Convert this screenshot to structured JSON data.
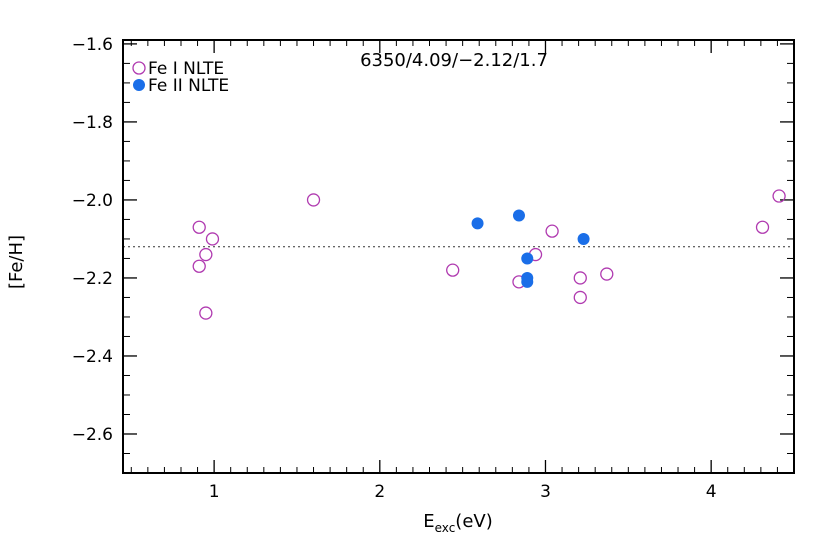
{
  "chart_data": {
    "type": "scatter",
    "title": "6350/4.09/−2.12/1.7",
    "ylabel": "[Fe/H]",
    "xlabel": {
      "main": "E",
      "sub": "exc",
      "unit": "(eV)"
    },
    "xlim": [
      0.45,
      4.5
    ],
    "ylim": [
      -2.7,
      -1.59
    ],
    "x_ticks": [
      1,
      2,
      3,
      4
    ],
    "x_tick_labels": [
      "1",
      "2",
      "3",
      "4"
    ],
    "x_minor_step": 0.1,
    "y_ticks": [
      -1.6,
      -1.8,
      -2.0,
      -2.2,
      -2.4,
      -2.6
    ],
    "y_tick_labels": [
      "−1.6",
      "−1.8",
      "−2.0",
      "−2.2",
      "−2.4",
      "−2.6"
    ],
    "y_minor_step": 0.05,
    "reference_line": {
      "y": -2.12,
      "style": "dotted"
    },
    "grid": false,
    "legend_position": "top-left",
    "series": [
      {
        "name": "Fe I NLTE",
        "marker": "open-circle",
        "color": "#b03ab0",
        "points": [
          [
            0.91,
            -2.07
          ],
          [
            0.91,
            -2.17
          ],
          [
            0.95,
            -2.14
          ],
          [
            0.99,
            -2.1
          ],
          [
            0.95,
            -2.29
          ],
          [
            1.6,
            -2.0
          ],
          [
            2.44,
            -2.18
          ],
          [
            2.84,
            -2.21
          ],
          [
            2.94,
            -2.14
          ],
          [
            3.04,
            -2.08
          ],
          [
            3.21,
            -2.2
          ],
          [
            3.21,
            -2.25
          ],
          [
            3.37,
            -2.19
          ],
          [
            4.31,
            -2.07
          ],
          [
            4.41,
            -1.99
          ]
        ]
      },
      {
        "name": "Fe II NLTE",
        "marker": "filled-circle",
        "color": "#1a6ee8",
        "points": [
          [
            2.59,
            -2.06
          ],
          [
            2.84,
            -2.04
          ],
          [
            2.89,
            -2.15
          ],
          [
            2.89,
            -2.2
          ],
          [
            2.89,
            -2.21
          ],
          [
            3.23,
            -2.1
          ]
        ]
      }
    ]
  }
}
